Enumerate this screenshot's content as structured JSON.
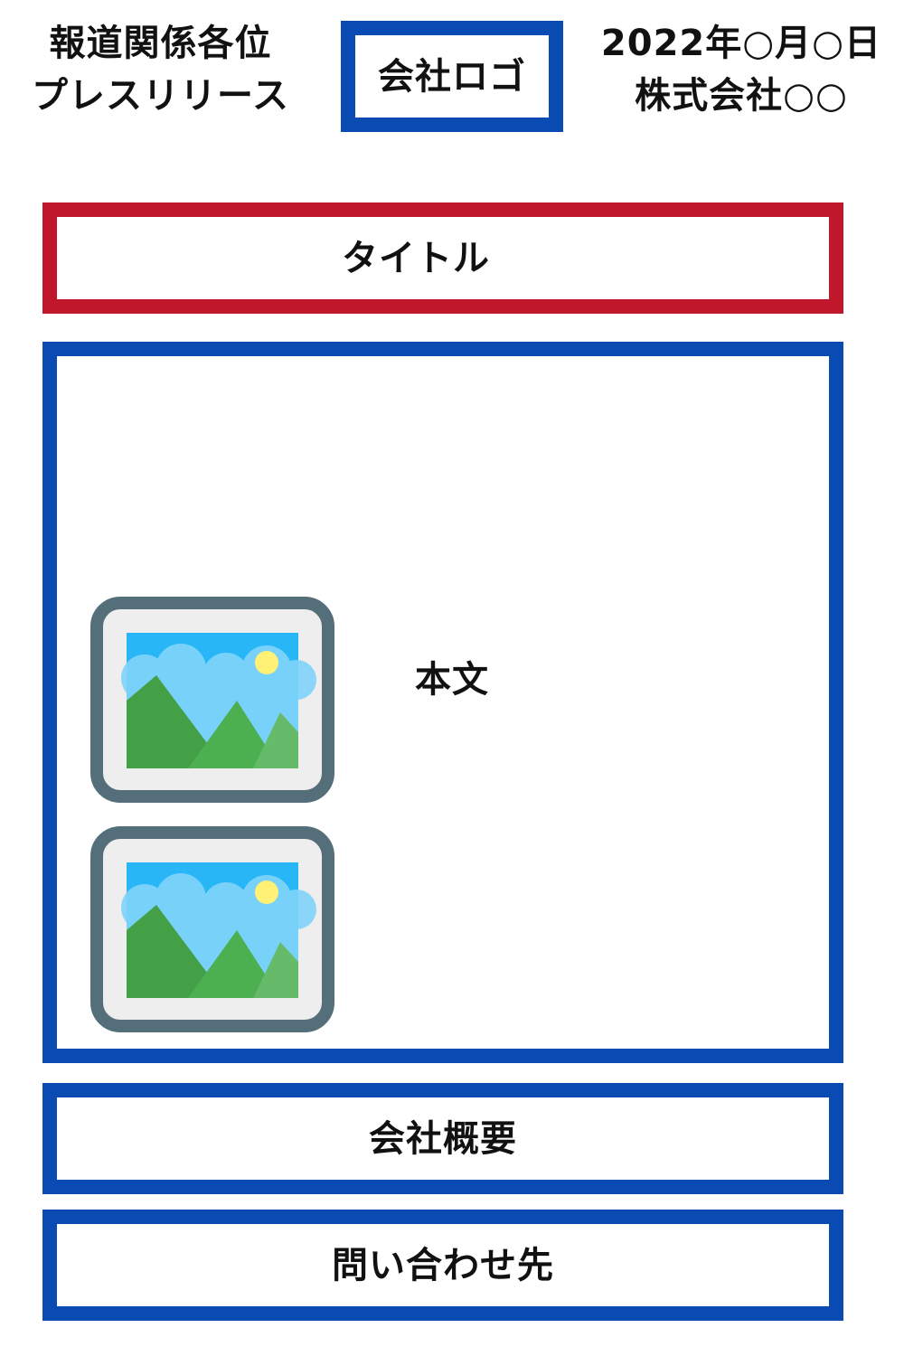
{
  "header": {
    "audience": "報道関係各位",
    "doc_type": "プレスリリース",
    "logo_label": "会社ロゴ",
    "date": "2022年○月○日",
    "company": "株式会社○○"
  },
  "title_section": {
    "label": "タイトル"
  },
  "body_section": {
    "label": "本文",
    "images": [
      {
        "icon": "landscape-image-icon"
      },
      {
        "icon": "landscape-image-icon"
      }
    ]
  },
  "profile_section": {
    "label": "会社概要"
  },
  "contact_section": {
    "label": "問い合わせ先"
  },
  "colors": {
    "blue_border": "#0a4bb3",
    "red_border": "#c1172c",
    "image_frame": "#546e7a",
    "sky": "#29b6f6",
    "sun": "#fff176",
    "mountain": "#43a047"
  }
}
